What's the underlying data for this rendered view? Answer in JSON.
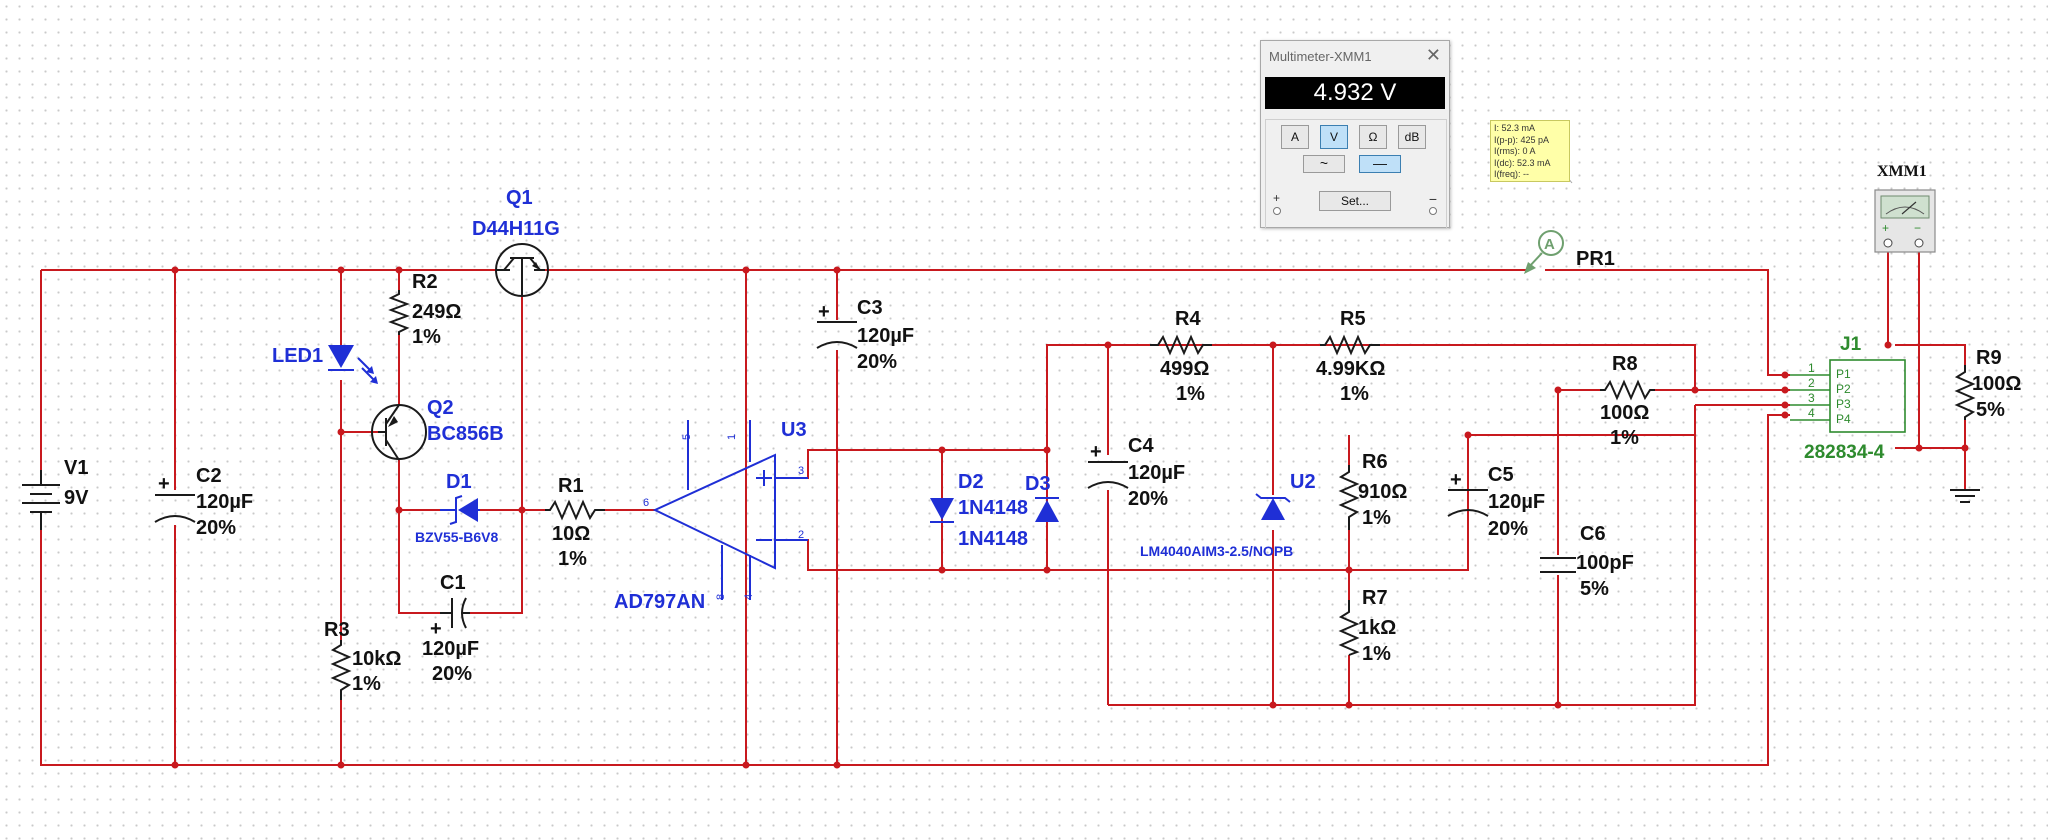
{
  "components": {
    "V1": {
      "ref": "V1",
      "value": "9V"
    },
    "C2": {
      "ref": "C2",
      "value": "120µF",
      "tol": "20%"
    },
    "LED1": {
      "ref": "LED1"
    },
    "R2": {
      "ref": "R2",
      "value": "249Ω",
      "tol": "1%"
    },
    "Q1": {
      "ref": "Q1",
      "part": "D44H11G"
    },
    "Q2": {
      "ref": "Q2",
      "part": "BC856B"
    },
    "D1": {
      "ref": "D1",
      "part": "BZV55-B6V8"
    },
    "C1": {
      "ref": "C1",
      "value": "120µF",
      "tol": "20%"
    },
    "R3": {
      "ref": "R3",
      "value": "10kΩ",
      "tol": "1%"
    },
    "R1": {
      "ref": "R1",
      "value": "10Ω",
      "tol": "1%"
    },
    "U3": {
      "ref": "U3",
      "part": "AD797AN",
      "pins": [
        "5",
        "1",
        "3",
        "2",
        "6",
        "8",
        "4"
      ]
    },
    "C3": {
      "ref": "C3",
      "value": "120µF",
      "tol": "20%"
    },
    "D2": {
      "ref": "D2",
      "part": "1N4148"
    },
    "D3": {
      "ref": "D3",
      "part": "1N4148"
    },
    "R4": {
      "ref": "R4",
      "value": "499Ω",
      "tol": "1%"
    },
    "R5": {
      "ref": "R5",
      "value": "4.99KΩ",
      "tol": "1%"
    },
    "C4": {
      "ref": "C4",
      "value": "120µF",
      "tol": "20%"
    },
    "U2": {
      "ref": "U2",
      "part": "LM4040AIM3-2.5/NOPB"
    },
    "R6": {
      "ref": "R6",
      "value": "910Ω",
      "tol": "1%"
    },
    "R7": {
      "ref": "R7",
      "value": "1kΩ",
      "tol": "1%"
    },
    "C5": {
      "ref": "C5",
      "value": "120µF",
      "tol": "20%"
    },
    "R8": {
      "ref": "R8",
      "value": "100Ω",
      "tol": "1%"
    },
    "C6": {
      "ref": "C6",
      "value": "100pF",
      "tol": "5%"
    },
    "J1": {
      "ref": "J1",
      "part": "282834-4",
      "pins": [
        "1",
        "2",
        "3",
        "4"
      ],
      "pin_names": [
        "P1",
        "P2",
        "P3",
        "P4"
      ]
    },
    "R9": {
      "ref": "R9",
      "value": "100Ω",
      "tol": "5%"
    },
    "XMM1": {
      "ref": "XMM1"
    },
    "PR1": {
      "ref": "PR1",
      "symbol": "A"
    }
  },
  "multimeter": {
    "title": "Multimeter-XMM1",
    "close": "✕",
    "reading": "4.932 V",
    "modes": [
      "A",
      "V",
      "Ω",
      "dB"
    ],
    "active_mode": "V",
    "wave_ac": "~",
    "wave_dc": "—",
    "set_label": "Set...",
    "plus": "+",
    "minus": "−"
  },
  "probe": {
    "lines": [
      "I: 52.3 mA",
      "I(p-p): 425 pA",
      "I(rms): 0 A",
      "I(dc): 52.3 mA",
      "I(freq): --"
    ]
  },
  "colors": {
    "wire": "#c8191e",
    "blue_parts": "#1f2fd6",
    "connector": "#2e8b2e"
  }
}
